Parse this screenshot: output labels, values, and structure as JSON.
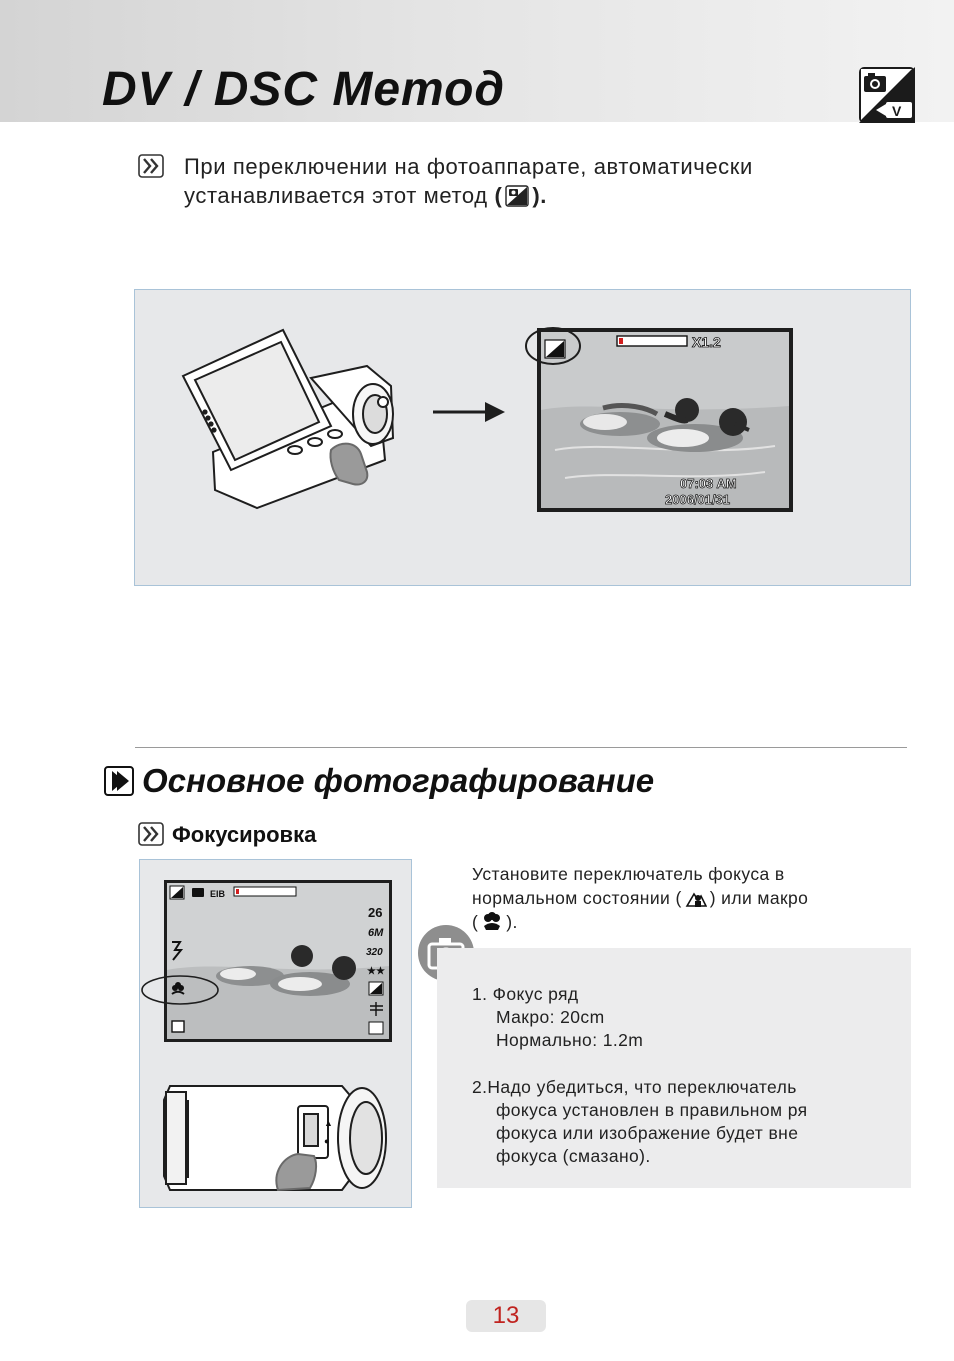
{
  "header": {
    "title": "DV / DSC Метод"
  },
  "intro": {
    "line1": "При переключении на фотоаппарате, автоматически",
    "line2_before": "устанавливается этот метод",
    "paren_open": "(",
    "paren_close": ")."
  },
  "screen_preview": {
    "zoom_label": "X1.2",
    "time": "07:03 AM",
    "date": "2006/01/31"
  },
  "section": {
    "title": "Основное фотографирование",
    "subtitle": "Фокусировка"
  },
  "lcd_readout": {
    "shots_remaining": "26",
    "resolution": "6M",
    "size": "320",
    "quality": "★★"
  },
  "focus": {
    "desc_line1": "Установите переключатель фокуса в",
    "desc_line2_a": "нормальном состоянии (",
    "desc_line2_b": ") или макро",
    "desc_line3_a": "(",
    "desc_line3_b": ")."
  },
  "notes": {
    "item1_title": "1. Фокус ряд",
    "item1_macro": "Макро: 20cm",
    "item1_normal": "Нормально: 1.2m",
    "item2_line1": "2.Надо убедиться, что переключатель",
    "item2_line2": "фокуса установлен в правильном ря",
    "item2_line3": "фокуса или изображение будет вне",
    "item2_line4": "фокуса (смазано)."
  },
  "footer": {
    "page_number": "13"
  },
  "colors": {
    "page_number": "#c0231f",
    "panel_bg": "#e7e8ea",
    "panel_border": "#a9c3d8",
    "header_band": "#dedede"
  }
}
